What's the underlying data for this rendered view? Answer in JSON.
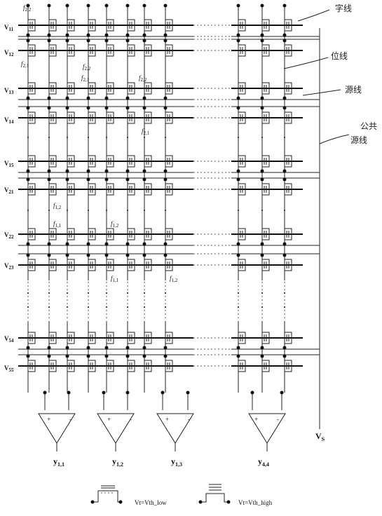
{
  "diagram": {
    "row_labels": [
      {
        "main": "V",
        "sub": "11"
      },
      {
        "main": "V",
        "sub": "12"
      },
      {
        "main": "V",
        "sub": "13"
      },
      {
        "main": "V",
        "sub": "14"
      },
      {
        "main": "V",
        "sub": "15"
      },
      {
        "main": "V",
        "sub": "21"
      },
      {
        "main": "V",
        "sub": "22"
      },
      {
        "main": "V",
        "sub": "23"
      },
      {
        "main": "V",
        "sub": "54"
      },
      {
        "main": "V",
        "sub": "55"
      }
    ],
    "outputs": [
      {
        "main": "y",
        "sub": "1,1"
      },
      {
        "main": "y",
        "sub": "1,2"
      },
      {
        "main": "y",
        "sub": "1,3"
      },
      {
        "main": "y",
        "sub": "4,4"
      }
    ],
    "vs_label": {
      "main": "V",
      "sub": "S"
    },
    "annotations": {
      "word_line": "字线",
      "bit_line": "位线",
      "source_line": "源线",
      "common_source_1": "公共",
      "common_source_2": "源线"
    },
    "weight_labels": [
      {
        "main": "f",
        "sub": "2,2"
      },
      {
        "main": "f",
        "sub": "2,1"
      },
      {
        "main": "f",
        "sub": "2,2"
      },
      {
        "main": "f",
        "sub": "2,1"
      },
      {
        "main": "f",
        "sub": "2,2"
      },
      {
        "main": "f",
        "sub": "2,1"
      },
      {
        "main": "f",
        "sub": "1,2"
      },
      {
        "main": "f",
        "sub": "1,1"
      },
      {
        "main": "f",
        "sub": "1,2"
      },
      {
        "main": "f",
        "sub": "1,1"
      },
      {
        "main": "f",
        "sub": "1,2"
      }
    ],
    "comparator_signs": {
      "plus": "+",
      "minus": "-"
    },
    "legend": [
      {
        "text": "Vt=Vth_low"
      },
      {
        "text": "Vt=Vth_high"
      }
    ]
  }
}
